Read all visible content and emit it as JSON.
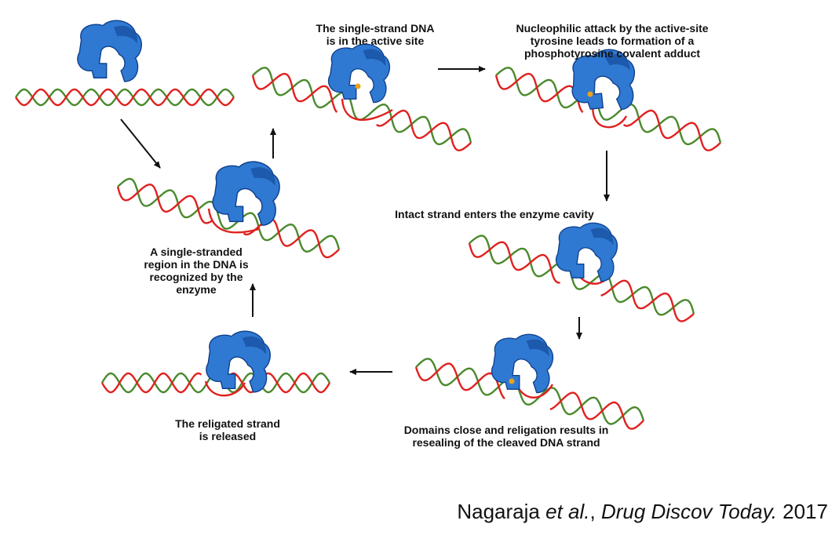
{
  "colors": {
    "strand_a": "#e0211f",
    "strand_b": "#4a8a2c",
    "enzyme_light": "#2f79d2",
    "enzyme_dark": "#0e3f8c",
    "arrow": "#111111"
  },
  "labels": {
    "ss_active_site": "The single-strand DNA\nis in the active site",
    "nucleophilic": "Nucleophilic attack by the active-site\ntyrosine leads to formation of a\nphosphotyrosine covalent adduct",
    "intact_strand": "Intact strand enters the enzyme cavity",
    "single_stranded": "A single-stranded\nregion in the DNA is\nrecognized by the\nenzyme",
    "domains_close": "Domains close and religation results in\nresealing of the cleaved DNA strand",
    "religated": "The religated strand\nis released"
  },
  "citation": {
    "authors": "Nagaraja",
    "etal": "et al.",
    "journal": "Drug Discov Today.",
    "year": "2017"
  },
  "stages": [
    {
      "id": "free-dna-and-enzyme",
      "icon": "enzyme-above-dna"
    },
    {
      "id": "recognition",
      "icon": "enzyme-binding-dna"
    },
    {
      "id": "active-site",
      "icon": "enzyme-with-single-strand"
    },
    {
      "id": "covalent-adduct",
      "icon": "phosphotyrosine-adduct"
    },
    {
      "id": "strand-passage",
      "icon": "intact-strand-in-cavity"
    },
    {
      "id": "religation",
      "icon": "domains-closed"
    },
    {
      "id": "release",
      "icon": "religated-strand-released"
    }
  ]
}
